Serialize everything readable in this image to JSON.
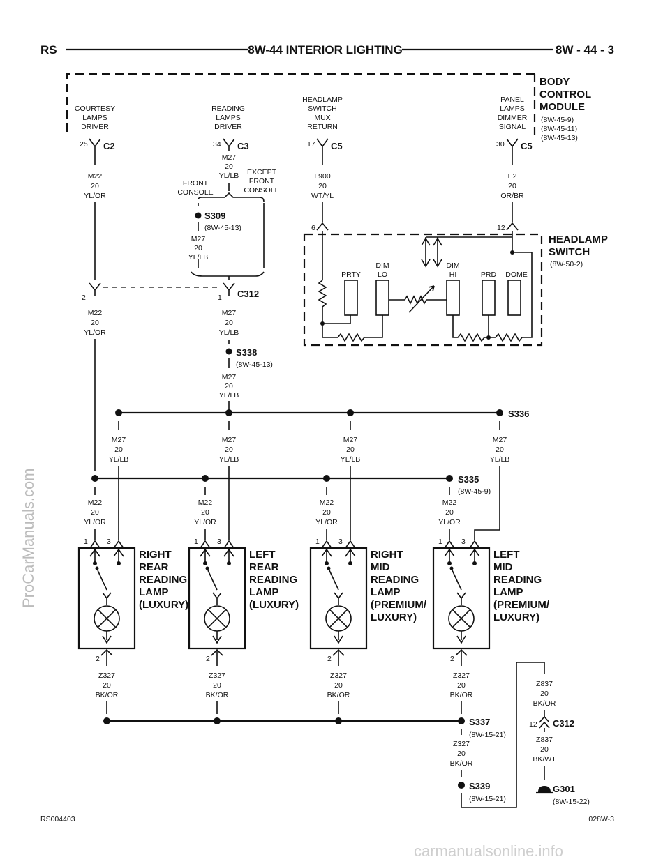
{
  "header": {
    "left": "RS",
    "title": "8W-44 INTERIOR LIGHTING",
    "right": "8W - 44 - 3"
  },
  "bcm": {
    "name": [
      "BODY",
      "CONTROL",
      "MODULE"
    ],
    "refs": [
      "(8W-45-9)",
      "(8W-45-11)",
      "(8W-45-13)"
    ],
    "pins": {
      "courtesy": {
        "label": [
          "COURTESY",
          "LAMPS",
          "DRIVER"
        ],
        "pin": "25",
        "connector": "C2"
      },
      "reading": {
        "label": [
          "READING",
          "LAMPS",
          "DRIVER"
        ],
        "pin": "34",
        "connector": "C3"
      },
      "headlamp_mux": {
        "label": [
          "HEADLAMP",
          "SWITCH",
          "MUX",
          "RETURN"
        ],
        "pin": "17",
        "connector": "C5"
      },
      "panel_dimmer": {
        "label": [
          "PANEL",
          "LAMPS",
          "DIMMER",
          "SIGNAL"
        ],
        "pin": "30",
        "connector": "C5"
      }
    }
  },
  "wires": {
    "m22_top": [
      "M22",
      "20",
      "YL/OR"
    ],
    "m27_top": [
      "M27",
      "20",
      "YL/LB"
    ],
    "front_console": [
      "FRONT",
      "CONSOLE"
    ],
    "except_front_console": [
      "EXCEPT",
      "FRONT",
      "CONSOLE"
    ],
    "l900": [
      "L900",
      "20",
      "WT/YL"
    ],
    "e2": [
      "E2",
      "20",
      "OR/BR"
    ],
    "m27_s309": [
      "M27",
      "20",
      "YL/LB"
    ],
    "m22_mid": [
      "M22",
      "20",
      "YL/OR"
    ],
    "m27_mid": [
      "M27",
      "20",
      "YL/LB"
    ],
    "m27_s338": [
      "M27",
      "20",
      "YL/LB"
    ],
    "m27_s336_1": [
      "M27",
      "20",
      "YL/LB"
    ],
    "m27_s336_2": [
      "M27",
      "20",
      "YL/LB"
    ],
    "m27_s336_3": [
      "M27",
      "20",
      "YL/LB"
    ],
    "m27_s336_4": [
      "M27",
      "20",
      "YL/LB"
    ],
    "m22_s335_1": [
      "M22",
      "20",
      "YL/OR"
    ],
    "m22_s335_2": [
      "M22",
      "20",
      "YL/OR"
    ],
    "m22_s335_3": [
      "M22",
      "20",
      "YL/OR"
    ],
    "m22_s335_4": [
      "M22",
      "20",
      "YL/OR"
    ],
    "z327_1": [
      "Z327",
      "20",
      "BK/OR"
    ],
    "z327_2": [
      "Z327",
      "20",
      "BK/OR"
    ],
    "z327_3": [
      "Z327",
      "20",
      "BK/OR"
    ],
    "z327_4": [
      "Z327",
      "20",
      "BK/OR"
    ],
    "z327_s339": [
      "Z327",
      "20",
      "BK/OR"
    ],
    "z837_top": [
      "Z837",
      "20",
      "BK/OR"
    ],
    "z837_bot": [
      "Z837",
      "20",
      "BK/WT"
    ]
  },
  "splices": {
    "s309": {
      "name": "S309",
      "ref": "(8W-45-13)"
    },
    "s338": {
      "name": "S338",
      "ref": "(8W-45-13)"
    },
    "s336": {
      "name": "S336"
    },
    "s335": {
      "name": "S335",
      "ref": "(8W-45-9)"
    },
    "s337": {
      "name": "S337",
      "ref": "(8W-15-21)"
    },
    "s339": {
      "name": "S339",
      "ref": "(8W-15-21)"
    }
  },
  "connectors": {
    "c312_top": {
      "name": "C312",
      "pin_left": "2",
      "pin_right": "1"
    },
    "c312_bot": {
      "name": "C312",
      "pin": "12"
    }
  },
  "ground": {
    "name": "G301",
    "ref": "(8W-15-22)"
  },
  "headlamp_switch": {
    "name": [
      "HEADLAMP",
      "SWITCH"
    ],
    "ref": "(8W-50-2)",
    "pin_left": "6",
    "pin_right": "12",
    "labels": {
      "prty": "PRTY",
      "dim_lo": [
        "DIM",
        "LO"
      ],
      "dim_hi": [
        "DIM",
        "HI"
      ],
      "prd": "PRD",
      "dome": "DOME"
    }
  },
  "lamps": [
    {
      "name": [
        "RIGHT",
        "REAR",
        "READING",
        "LAMP",
        "(LUXURY)"
      ],
      "pin1": "1",
      "pin3": "3",
      "pin2": "2"
    },
    {
      "name": [
        "LEFT",
        "REAR",
        "READING",
        "LAMP",
        "(LUXURY)"
      ],
      "pin1": "1",
      "pin3": "3",
      "pin2": "2"
    },
    {
      "name": [
        "RIGHT",
        "MID",
        "READING",
        "LAMP",
        "(PREMIUM/",
        "LUXURY)"
      ],
      "pin1": "1",
      "pin3": "3",
      "pin2": "2"
    },
    {
      "name": [
        "LEFT",
        "MID",
        "READING",
        "LAMP",
        "(PREMIUM/",
        "LUXURY)"
      ],
      "pin1": "1",
      "pin3": "3",
      "pin2": "2"
    }
  ],
  "footer": {
    "left": "RS004403",
    "right": "028W-3"
  },
  "watermarks": {
    "side": "ProCarManuals.com",
    "bottom": "carmanualsonline.info"
  }
}
